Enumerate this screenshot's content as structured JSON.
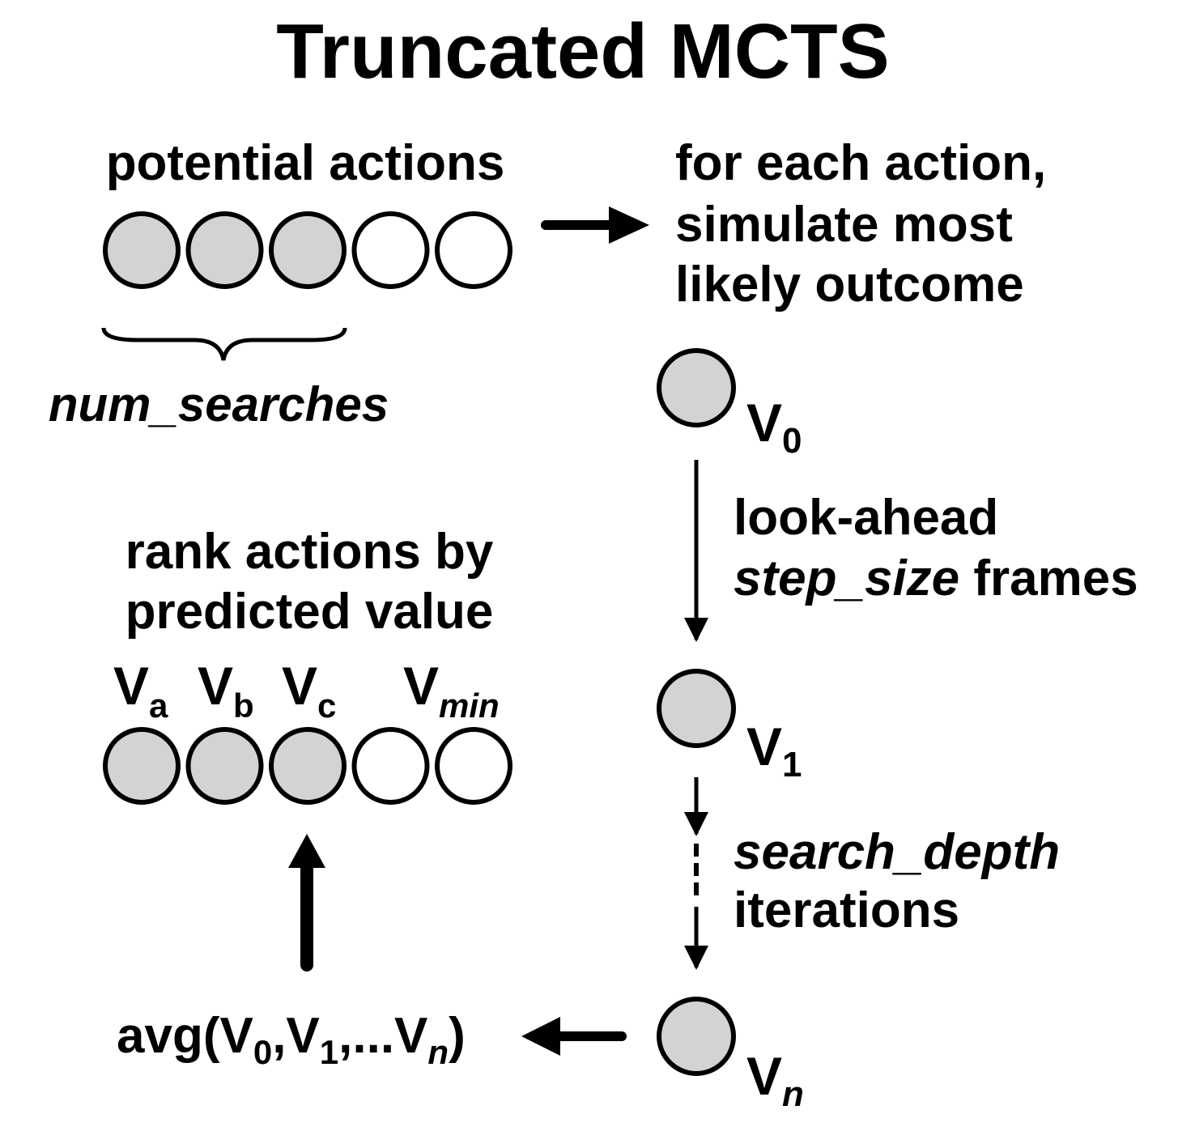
{
  "title": "Truncated MCTS",
  "potential_actions": {
    "label": "potential actions",
    "nodes": [
      {
        "filled": true
      },
      {
        "filled": true
      },
      {
        "filled": true
      },
      {
        "filled": false
      },
      {
        "filled": false
      }
    ],
    "brace_label": "num_searches"
  },
  "simulate": {
    "lines": [
      "for each action,",
      "simulate most",
      "likely outcome"
    ]
  },
  "chain": {
    "v0": {
      "base": "V",
      "sub": "0"
    },
    "lookahead_line1": "look-ahead",
    "lookahead_var": "step_size",
    "lookahead_rest": " frames",
    "v1": {
      "base": "V",
      "sub": "1"
    },
    "depth_var": "search_depth",
    "depth_rest": "iterations",
    "vn": {
      "base": "V",
      "sub": "n"
    }
  },
  "rank": {
    "lines": [
      "rank actions by",
      "predicted value"
    ],
    "labels": [
      {
        "base": "V",
        "sub": "a"
      },
      {
        "base": "V",
        "sub": "b"
      },
      {
        "base": "V",
        "sub": "c"
      },
      {
        "base": "V",
        "sub": "min"
      }
    ],
    "nodes": [
      {
        "filled": true
      },
      {
        "filled": true
      },
      {
        "filled": true
      },
      {
        "filled": false
      },
      {
        "filled": false
      }
    ]
  },
  "average": {
    "prefix": "avg(V",
    "sub0": "0",
    "mid": ",V",
    "sub1": "1",
    "dots": ",...V",
    "subn": "n",
    "suffix": ")"
  },
  "colors": {
    "node_fill": "#d3d3d3",
    "stroke": "#000000"
  }
}
